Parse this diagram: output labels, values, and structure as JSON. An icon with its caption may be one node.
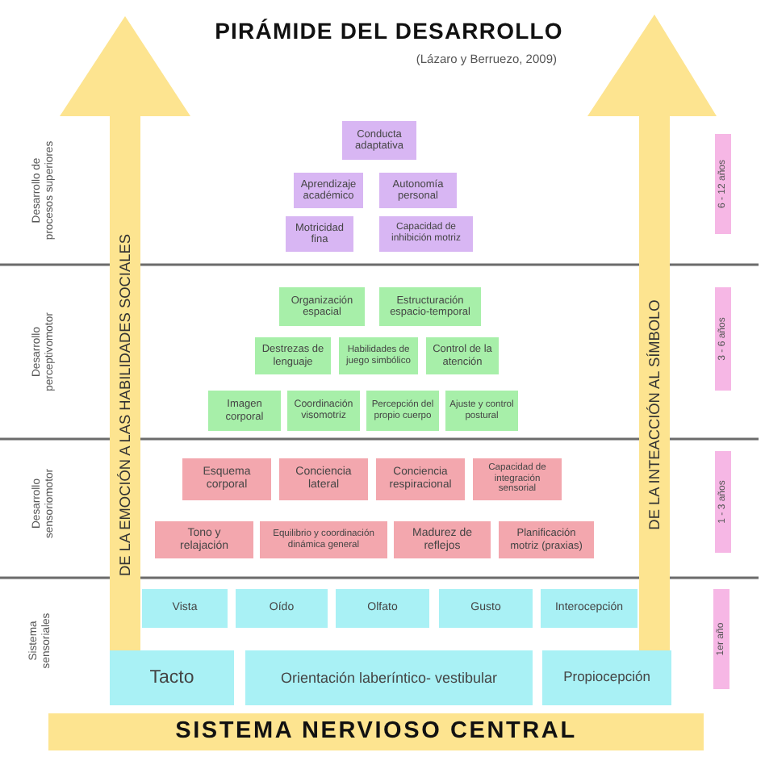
{
  "diagram": {
    "title": "PIRÁMIDE DEL DESARROLLO",
    "nodes": [
      {
        "text": [
          "DE LA EMOCIÓN A LAS HABILIDADES SOCIALES"
        ]
      },
      {
        "text": [
          "DE LA INTEACCIÓN AL SÍMBOLO"
        ]
      },
      {
        "text": [
          "Conducta adaptativa"
        ]
      },
      {
        "text": [
          "Aprendizaje académico"
        ]
      },
      {
        "text": [
          "Autonomía personal"
        ]
      },
      {
        "text": [
          "Motricidad fina"
        ]
      },
      {
        "text": [
          "Capacidad de inhibición motriz"
        ]
      },
      {
        "text": [
          "6 - 12 años"
        ]
      },
      {
        "text": [
          "Organización espacial"
        ]
      },
      {
        "text": [
          "Estructuración espacio-temporal"
        ]
      },
      {
        "text": [
          "Destrezas de lenguaje"
        ]
      },
      {
        "text": [
          "Habilidades de juego simbólico"
        ]
      },
      {
        "text": [
          "Control de la atención"
        ]
      },
      {
        "text": [
          "Imagen corporal"
        ]
      },
      {
        "text": [
          "Coordinación visomotriz"
        ]
      },
      {
        "text": [
          "Percepción del propio cuerpo"
        ]
      },
      {
        "text": [
          "Ajuste y control postural"
        ]
      },
      {
        "text": [
          "3 - 6 años"
        ]
      },
      {
        "text": [
          "Esquema corporal"
        ]
      },
      {
        "text": [
          "Conciencia lateral"
        ]
      },
      {
        "text": [
          "Conciencia respiracional"
        ]
      },
      {
        "text": [
          "Capacidad de integración sensorial"
        ]
      },
      {
        "text": [
          "Tono y relajación"
        ]
      },
      {
        "text": [
          "Equilibrio y coordinación dinámica general"
        ]
      },
      {
        "text": [
          "Madurez de reflejos"
        ]
      },
      {
        "text": [
          "Planificación motriz (praxias)"
        ]
      },
      {
        "text": [
          "1 - 3 años"
        ]
      },
      {
        "text": [
          "Vista"
        ]
      },
      {
        "text": [
          "Oído"
        ]
      },
      {
        "text": [
          "Olfato"
        ]
      },
      {
        "text": [
          "Gusto"
        ]
      },
      {
        "text": [
          "Interocepción"
        ]
      },
      {
        "text": [
          "Tacto"
        ]
      },
      {
        "text": [
          "Orientación laberíntico- vestibular"
        ]
      },
      {
        "text": [
          "Propiocepción"
        ]
      },
      {
        "text": [
          "1er año"
        ]
      },
      {
        "text": [
          "SISTEMA NERVIOSO CENTRAL"
        ]
      }
    ],
    "labels": [
      "(Lázaro y Berruezo, 2009)",
      "Desarrollo de procesos superiores",
      "Desarrollo perceptivomotor",
      "Desarrollo sensoriomotor",
      "Sistema sensoriales"
    ]
  }
}
